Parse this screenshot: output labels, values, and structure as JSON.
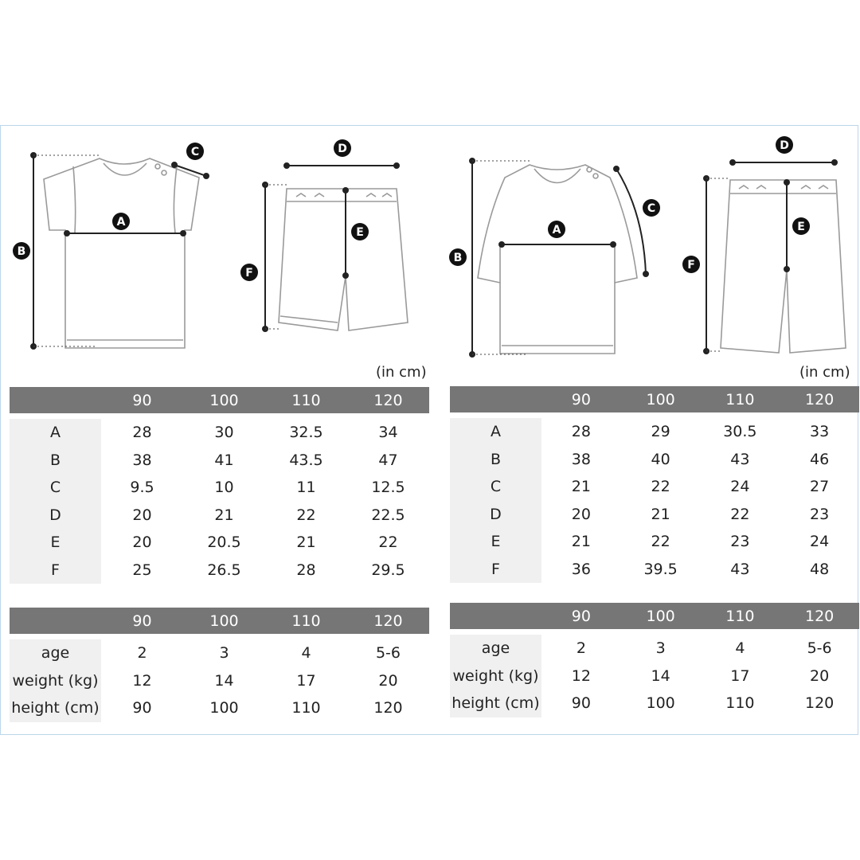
{
  "left": {
    "diagram_labels": {
      "A": "A",
      "B": "B",
      "C": "C",
      "D": "D",
      "E": "E",
      "F": "F"
    },
    "unit": "(in cm)",
    "measure_table": {
      "headers": [
        "",
        "90",
        "100",
        "110",
        "120"
      ],
      "rows": [
        {
          "label": "A",
          "values": [
            "28",
            "30",
            "32.5",
            "34"
          ]
        },
        {
          "label": "B",
          "values": [
            "38",
            "41",
            "43.5",
            "47"
          ]
        },
        {
          "label": "C",
          "values": [
            "9.5",
            "10",
            "11",
            "12.5"
          ]
        },
        {
          "label": "D",
          "values": [
            "20",
            "21",
            "22",
            "22.5"
          ]
        },
        {
          "label": "E",
          "values": [
            "20",
            "20.5",
            "21",
            "22"
          ]
        },
        {
          "label": "F",
          "values": [
            "25",
            "26.5",
            "28",
            "29.5"
          ]
        }
      ]
    },
    "age_table": {
      "headers": [
        "",
        "90",
        "100",
        "110",
        "120"
      ],
      "rows": [
        {
          "label": "age",
          "values": [
            "2",
            "3",
            "4",
            "5-6"
          ]
        },
        {
          "label": "weight (kg)",
          "values": [
            "12",
            "14",
            "17",
            "20"
          ]
        },
        {
          "label": "height (cm)",
          "values": [
            "90",
            "100",
            "110",
            "120"
          ]
        }
      ]
    }
  },
  "right": {
    "diagram_labels": {
      "A": "A",
      "B": "B",
      "C": "C",
      "D": "D",
      "E": "E",
      "F": "F"
    },
    "unit": "(in cm)",
    "measure_table": {
      "headers": [
        "",
        "90",
        "100",
        "110",
        "120"
      ],
      "rows": [
        {
          "label": "A",
          "values": [
            "28",
            "29",
            "30.5",
            "33"
          ]
        },
        {
          "label": "B",
          "values": [
            "38",
            "40",
            "43",
            "46"
          ]
        },
        {
          "label": "C",
          "values": [
            "21",
            "22",
            "24",
            "27"
          ]
        },
        {
          "label": "D",
          "values": [
            "20",
            "21",
            "22",
            "23"
          ]
        },
        {
          "label": "E",
          "values": [
            "21",
            "22",
            "23",
            "24"
          ]
        },
        {
          "label": "F",
          "values": [
            "36",
            "39.5",
            "43",
            "48"
          ]
        }
      ]
    },
    "age_table": {
      "headers": [
        "",
        "90",
        "100",
        "110",
        "120"
      ],
      "rows": [
        {
          "label": "age",
          "values": [
            "2",
            "3",
            "4",
            "5-6"
          ]
        },
        {
          "label": "weight (kg)",
          "values": [
            "12",
            "14",
            "17",
            "20"
          ]
        },
        {
          "label": "height (cm)",
          "values": [
            "90",
            "100",
            "110",
            "120"
          ]
        }
      ]
    }
  },
  "colors": {
    "header_bg": "#767676",
    "label_bg": "#f0f0f0",
    "frame_border": "#bcd6ea"
  }
}
